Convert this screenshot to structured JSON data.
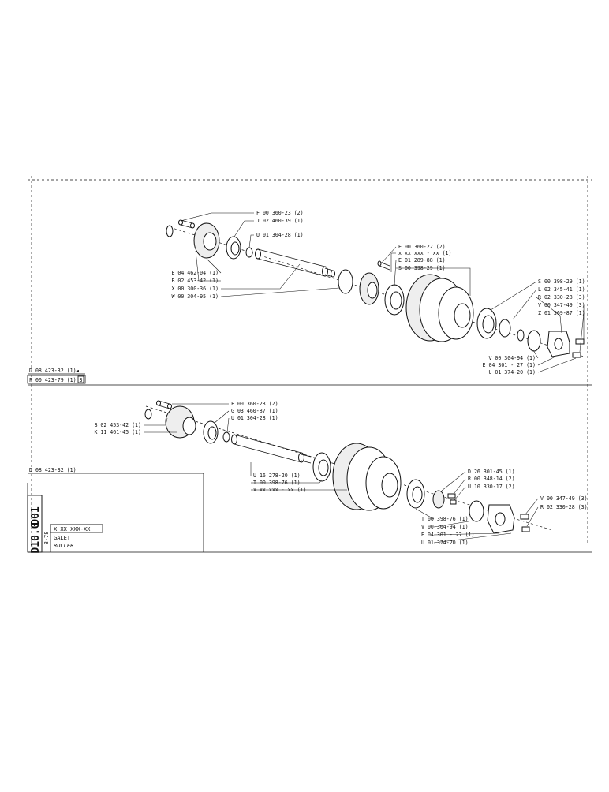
{
  "upper_callouts": [
    {
      "id": "u1",
      "text": "F 00 360-23 (2)"
    },
    {
      "id": "u2",
      "text": "J 02 460-39 (1)"
    },
    {
      "id": "u3",
      "text": "U 01 304-28 (1)"
    },
    {
      "id": "u4",
      "text": "E 04 462-04 (1)"
    },
    {
      "id": "u5",
      "text": "B 02 453-42 (1)"
    },
    {
      "id": "u6",
      "text": "X 00 300-36 (1)"
    },
    {
      "id": "u7",
      "text": "W 00 304-95 (1)"
    },
    {
      "id": "u8",
      "text": "E 00 360-22 (2)"
    },
    {
      "id": "u9",
      "text": "x xx xxx - xx (1)"
    },
    {
      "id": "u10",
      "text": "E 01 289-88 (1)"
    },
    {
      "id": "u11",
      "text": "S 00 398-29 (1)"
    },
    {
      "id": "u12",
      "text": "S 00 398-29 (1)"
    },
    {
      "id": "u13",
      "text": "L 02 345-41 (1)"
    },
    {
      "id": "u14",
      "text": "R 02 330-28 (3)"
    },
    {
      "id": "u15",
      "text": "V 00 347-49 (3)"
    },
    {
      "id": "u16",
      "text": "Z 01 369-87 (1)"
    },
    {
      "id": "u17",
      "text": "V 00 304-94 (1)"
    },
    {
      "id": "u18",
      "text": "E 04 301 - 27 (1)"
    },
    {
      "id": "u19",
      "text": "U 01 374-20 (1)"
    }
  ],
  "lower_callouts": [
    {
      "id": "l1",
      "text": "F 00 360-23 (2)"
    },
    {
      "id": "l2",
      "text": "G 03 460-87 (1)"
    },
    {
      "id": "l3",
      "text": "U 01 304-28 (1)"
    },
    {
      "id": "l4",
      "text": "B 02 453-42 (1)"
    },
    {
      "id": "l5",
      "text": "K 11 461-45 (1)"
    },
    {
      "id": "l6",
      "text": "U 16 278-20 (1)"
    },
    {
      "id": "l7",
      "text": "T 00 398-76 (1)"
    },
    {
      "id": "l8",
      "text": "x xx xxx - xx (1)"
    },
    {
      "id": "l9",
      "text": "D 26 301-45 (1)"
    },
    {
      "id": "l10",
      "text": "R 00 348-14 (2)"
    },
    {
      "id": "l11",
      "text": "U 10 330-17 (2)"
    },
    {
      "id": "l12",
      "text": "V 00 347-49 (3)"
    },
    {
      "id": "l13",
      "text": "R 02 330-28 (3)"
    },
    {
      "id": "l14",
      "text": "T 00 398-76 (1)"
    },
    {
      "id": "l15",
      "text": "V 00 304-94 (1)"
    },
    {
      "id": "l16",
      "text": "E 04 301 - 27 (1)"
    },
    {
      "id": "l17",
      "text": "U 01 374-20 (1)"
    }
  ],
  "assembly_refs": {
    "upper_ref": "D 08 423-32 (1)",
    "upper_ref_arrow": "◄",
    "upper_sub": "P 00 423-79 (1)",
    "upper_sub_mark": "3",
    "lower_ref": "D 08 423-32 (1)"
  },
  "title_block": {
    "code_1": "D01",
    "code_2": "D10.0",
    "part_number": "X XX XXX-XX",
    "date_mark": "8-78",
    "name_fr": "GALET",
    "name_en": "ROLLER"
  }
}
